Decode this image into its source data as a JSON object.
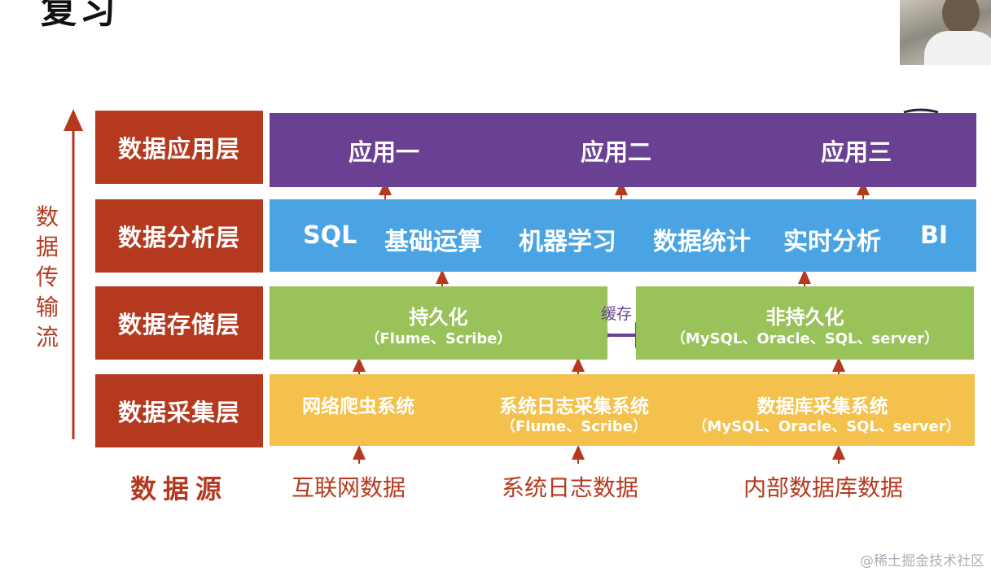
{
  "slide": {
    "title": "复习",
    "watermark": "@稀土掘金技术社区"
  },
  "side_label": "数据传输流",
  "layers": {
    "application": "数据应用层",
    "analysis": "数据分析层",
    "storage": "数据存储层",
    "collection": "数据采集层"
  },
  "applications": [
    "应用一",
    "应用二",
    "应用三"
  ],
  "analysis_items": [
    "SQL",
    "基础运算",
    "机器学习",
    "数据统计",
    "实时分析",
    "BI"
  ],
  "storage": {
    "left_title": "持久化",
    "left_sub": "（Flume、Scribe）",
    "cache_label": "缓存",
    "right_title": "非持久化",
    "right_sub": "（MySQL、Oracle、SQL、server）"
  },
  "collection": [
    {
      "title": "网络爬虫系统",
      "sub": ""
    },
    {
      "title": "系统日志采集系统",
      "sub": "（Flume、Scribe）"
    },
    {
      "title": "数据库采集系统",
      "sub": "（MySQL、Oracle、SQL、server）"
    }
  ],
  "sources": {
    "label": "数据源",
    "items": [
      "互联网数据",
      "系统日志数据",
      "内部数据库数据"
    ]
  },
  "colors": {
    "label_red": "#b5391f",
    "application_purple": "#6a4192",
    "analysis_blue": "#4aa4e4",
    "storage_green": "#99c25a",
    "collection_yellow": "#f3c14c"
  }
}
